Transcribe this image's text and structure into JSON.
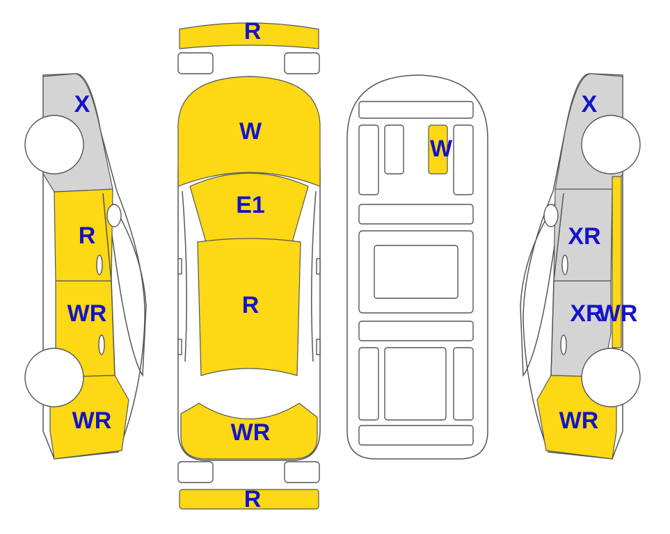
{
  "colors": {
    "damaged": "#fcd815",
    "replaced": "#d4d4d4",
    "unmarked": "#ffffff",
    "label": "#1414c8",
    "outline": "#555555"
  },
  "labels": {
    "front_bumper": "R",
    "rear_bumper": "R",
    "hood": "W",
    "windshield": "E1",
    "roof": "R",
    "trunk": "WR",
    "interior": "W",
    "left_front_fender": "X",
    "left_front_door": "R",
    "left_rear_door": "WR",
    "left_rear_quarter": "WR",
    "right_front_fender": "X",
    "right_front_door": "XR",
    "right_rear_door": "XR",
    "right_rocker": "WR",
    "right_rear_quarter": "WR"
  }
}
